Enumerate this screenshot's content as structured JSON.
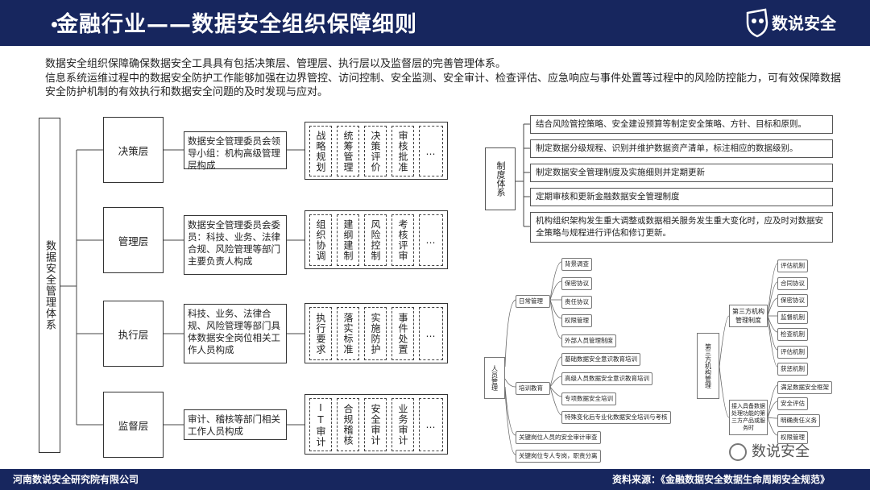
{
  "header": {
    "title": "金融行业——数据安全组织保障细则",
    "logo_text": "数说安全"
  },
  "intro": [
    "数据安全组织保障确保数据安全工具具有包括决策层、管理层、执行层以及监督层的完善管理体系。",
    "信息系统运维过程中的数据安全防护工作能够加强在边界管控、访问控制、安全监测、安全审计、检查评估、应急响应与事件处置等过程中的风险防控能力，可有效保障数据安全防护机制的有效执行和数据安全问题的及时发现与应对。"
  ],
  "system": {
    "root": "数据安全管理体系",
    "levels": [
      {
        "name": "决策层",
        "desc": "数据安全管理委员会领导小组：机构高级管理层构成",
        "items": [
          "战略规划",
          "统筹管理",
          "决策评价",
          "审核批准",
          "…"
        ]
      },
      {
        "name": "管理层",
        "desc": "数据安全管理委员会委员：科技、业务、法律合规、风险管理等部门主要负责人构成",
        "items": [
          "组织协调",
          "建纲建制",
          "风险控制",
          "考核评审",
          "…"
        ]
      },
      {
        "name": "执行层",
        "desc": "科技、业务、法律合规、风险管理等部门具体数据安全岗位相关工作人员构成",
        "items": [
          "执行要求",
          "落实标准",
          "实施防护",
          "事件处置",
          "…"
        ]
      },
      {
        "name": "监督层",
        "desc": "审计、稽核等部门相关工作人员构成",
        "items": [
          "IT审计",
          "合规稽核",
          "安全审计",
          "业务审计",
          "…"
        ]
      }
    ]
  },
  "rules": {
    "root": "制度体系",
    "items": [
      "结合风险管控策略、安全建设预算等制定安全策略、方针、目标和原则。",
      "制定数据分级规程、识别并维护数据资产清单，标注相应的数据级别。",
      "制定数据安全管理制度及实施细则并定期更新",
      "定期审核和更新金融数据安全管理制度",
      "机构组织架构发生重大调整或数据相关服务发生重大变化时，应及时对数据安全策略与规程进行评估和修订更新。"
    ]
  },
  "personnel": {
    "root": "人员管理",
    "daily": {
      "label": "日常管理",
      "items": [
        "背景调查",
        "保密协议",
        "责任协议",
        "权限管理",
        "外部人员管理制度"
      ]
    },
    "training": {
      "label": "培训教育",
      "items": [
        "基础数据安全意识教育培训",
        "高级人员数据安全意识教育培训",
        "专项数据安全培训",
        "特殊变化后专业化数据安全培训与考核"
      ]
    },
    "others": [
      "关键岗位人员的安全审计审查",
      "关键岗位专人专岗，职责分离"
    ]
  },
  "third_party": {
    "root": "第三方机构管理",
    "system_label": "第三方机构管理制度",
    "system_items": [
      "评估机制",
      "合同协议",
      "保密协议",
      "监督机制",
      "检查机制",
      "评估机制",
      "获惩机制"
    ],
    "access_label": "接入具备数据处理功能的第三方产品或服务时",
    "access_items": [
      "满足数据安全框架",
      "安全评估",
      "明确责任义务",
      "权限管理"
    ]
  },
  "footer": {
    "left": "河南数说安全研究院有限公司",
    "right": "资料来源：《金融数据安全数据生命周期安全规范》"
  },
  "watermark": "数说安全",
  "colors": {
    "header_bg": "#17265e",
    "text": "#222222"
  }
}
